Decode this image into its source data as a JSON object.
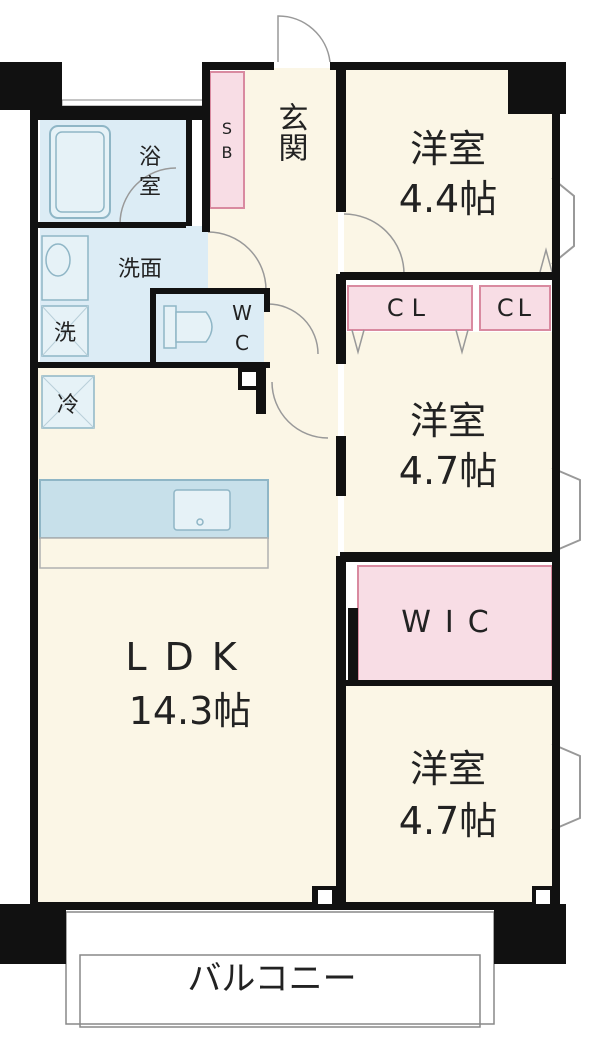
{
  "colors": {
    "wall": "#111111",
    "room": "#fbf6e6",
    "wet": "#dcecf5",
    "closet": "#f8dde5",
    "closet_border": "#d98aa0",
    "counter": "#c7e0ea",
    "line": "#9a9a9a",
    "text": "#222222"
  },
  "rooms": {
    "entrance": "玄関",
    "shoebox": "SB",
    "bath_line1": "浴",
    "bath_line2": "室",
    "washroom": "洗面",
    "washer": "洗",
    "fridge": "冷",
    "wc_line1": "W",
    "wc_line2": "C",
    "room1_name": "洋室",
    "room1_size": "4.4帖",
    "closet1": "CL",
    "closet2": "CL",
    "room2_name": "洋室",
    "room2_size": "4.7帖",
    "wic": "WIC",
    "room3_name": "洋室",
    "room3_size": "4.7帖",
    "ldk_name": "LDK",
    "ldk_size": "14.3帖",
    "balcony": "バルコニー"
  }
}
